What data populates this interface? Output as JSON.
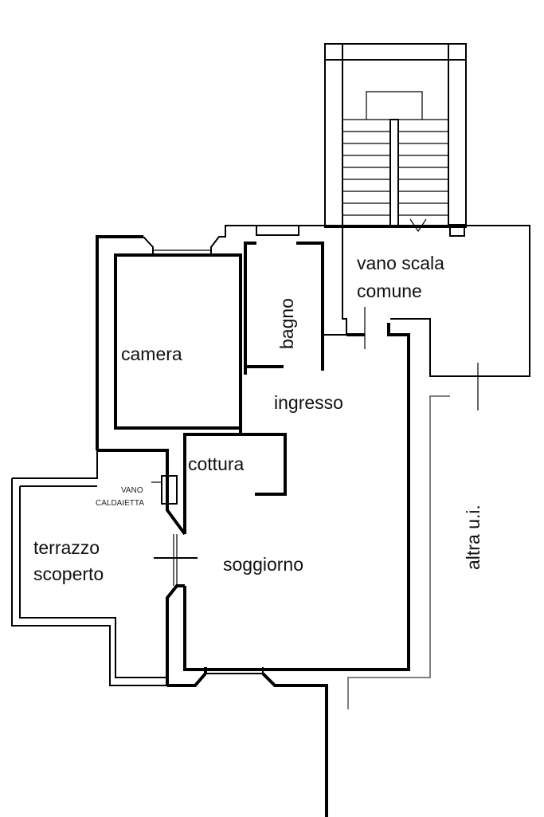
{
  "plan": {
    "rooms": {
      "vano_scala_1": "vano scala",
      "vano_scala_2": "comune",
      "bagno": "bagno",
      "camera": "camera",
      "ingresso": "ingresso",
      "cottura": "cottura",
      "vano_caldaietta_1": "VANO",
      "vano_caldaietta_2": "CALDAIETTA",
      "terrazzo_1": "terrazzo",
      "terrazzo_2": "scoperto",
      "soggiorno": "soggiorno",
      "altra_ui": "altra u.i."
    }
  }
}
